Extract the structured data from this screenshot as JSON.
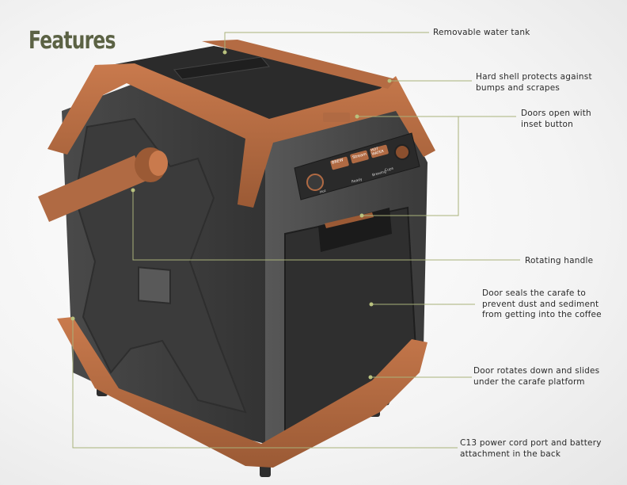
{
  "title": "Features",
  "colors": {
    "accent": "#b06a43",
    "accent_dark": "#8a4f2e",
    "body_dark": "#3f3f3f",
    "body_mid": "#555555",
    "leader": "#a9b27a",
    "title": "#5b6244"
  },
  "panel": {
    "buttons": [
      "BREW",
      "Stream",
      "HOT WATER"
    ],
    "labels": [
      "Hot",
      "Ready",
      "Brewing",
      "Cups"
    ]
  },
  "callouts": {
    "water_tank": "Removable water tank",
    "shell": [
      "Hard shell protects against",
      "bumps and scrapes"
    ],
    "doors": [
      "Doors open with",
      "inset button"
    ],
    "handle": "Rotating handle",
    "door_seal": [
      "Door seals the carafe to",
      "prevent dust and sediment",
      "from getting into the coffee"
    ],
    "door_rotate": [
      "Door rotates down and slides",
      "under the carafe platform"
    ],
    "power": [
      "C13 power cord port and battery",
      "attachment in the back"
    ]
  }
}
